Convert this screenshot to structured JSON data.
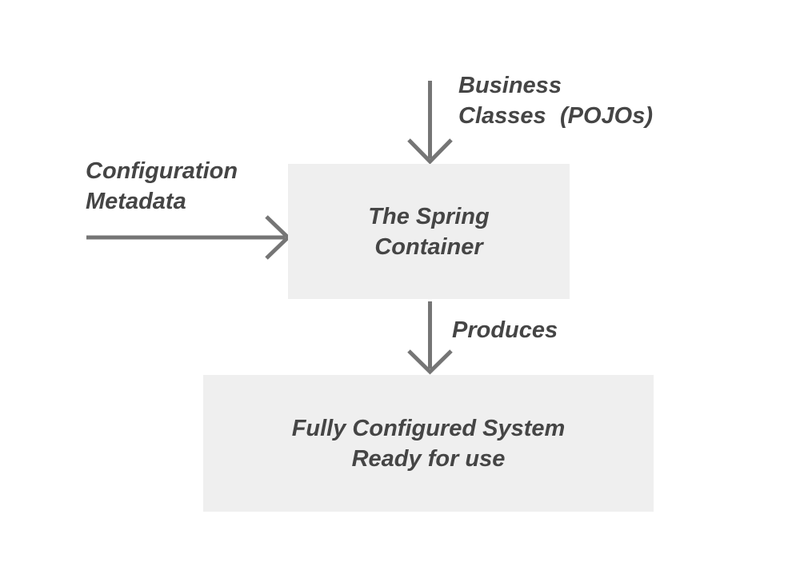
{
  "diagram": {
    "type": "flow-diagram",
    "labels": {
      "business_classes": "Business Classes",
      "pojos": "(POJOs)",
      "configuration_metadata": "Configuration Metadata",
      "produces": "Produces"
    },
    "boxes": {
      "spring_container": "The Spring Container",
      "fully_configured_system": "Fully Configured System Ready for use"
    },
    "arrows": [
      {
        "name": "business-classes-into-container",
        "direction": "down"
      },
      {
        "name": "configuration-metadata-into-container",
        "direction": "right"
      },
      {
        "name": "container-produces-output",
        "direction": "down",
        "label": "Produces"
      }
    ],
    "colors": {
      "background": "#ffffff",
      "box_fill": "#efefef",
      "arrow": "#757575",
      "text": "#454545"
    }
  }
}
